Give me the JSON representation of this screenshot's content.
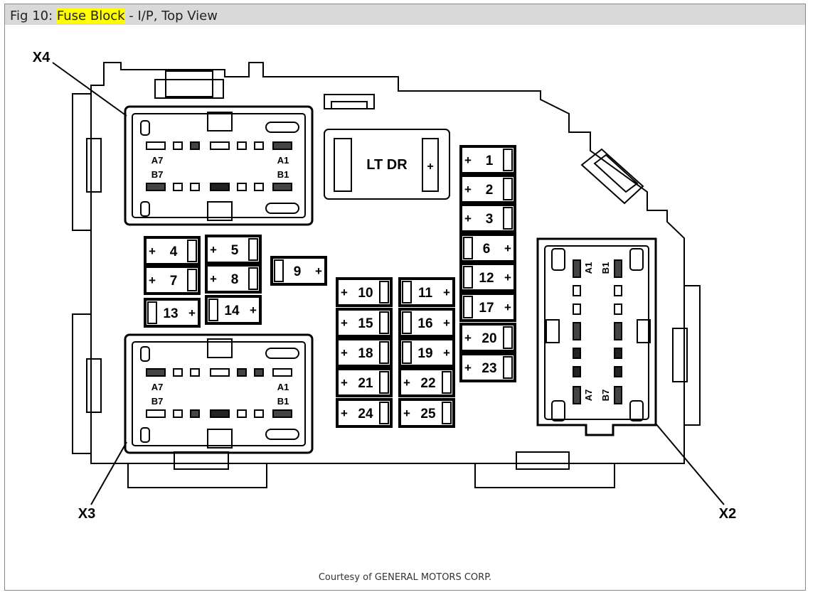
{
  "caption": {
    "prefix": "Fig 10: ",
    "highlight": "Fuse Block",
    "suffix": " - I/P, Top View"
  },
  "credit": "Courtesy of GENERAL MOTORS CORP.",
  "labels": {
    "x4": "X4",
    "x3": "X3",
    "x2": "X2",
    "lt_dr": "LT DR",
    "plus": "+"
  },
  "connectors": {
    "x4": {
      "a_left": "A7",
      "a_right": "A1",
      "b_left": "B7",
      "b_right": "B1"
    },
    "x3": {
      "a_left": "A7",
      "a_right": "A1",
      "b_left": "B7",
      "b_right": "B1"
    },
    "x2": {
      "a_top": "A1",
      "b_top": "B1",
      "a_bottom": "A7",
      "b_bottom": "B7"
    }
  },
  "fuses": [
    "1",
    "2",
    "3",
    "4",
    "5",
    "6",
    "7",
    "8",
    "9",
    "10",
    "11",
    "12",
    "13",
    "14",
    "15",
    "16",
    "17",
    "18",
    "19",
    "20",
    "21",
    "22",
    "23",
    "24",
    "25"
  ],
  "colors": {
    "highlight": "#ffff00",
    "line": "#000000",
    "caption_bar": "#d9d9d9"
  }
}
